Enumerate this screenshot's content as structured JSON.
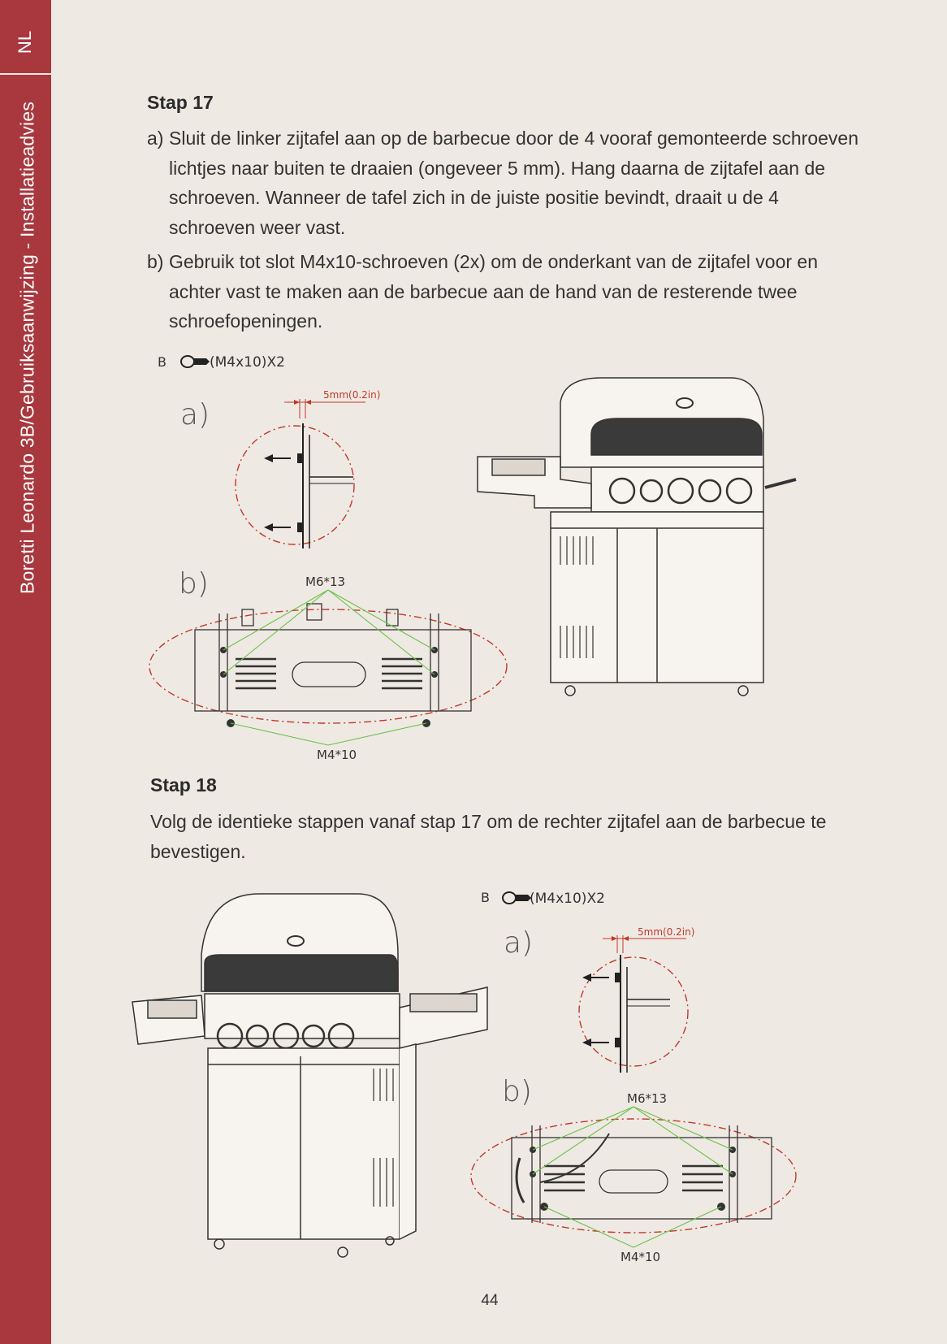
{
  "sidebar": {
    "language": "NL",
    "document_title": "Boretti Leonardo 3B/Gebruiksaanwijzing - Installatieadvies"
  },
  "step17": {
    "title": "Stap 17",
    "items": [
      {
        "label": "a)",
        "text": "Sluit de linker zijtafel aan op de barbecue door de 4 vooraf gemonteerde schroeven lichtjes naar buiten te draaien (ongeveer 5 mm). Hang daarna de zijtafel aan de schroeven. Wanneer de tafel zich in de juiste positie bevindt, draait u de 4 schroeven weer vast."
      },
      {
        "label": "b)",
        "text": "Gebruik tot slot M4x10-schroeven (2x) om de onderkant van de zijtafel voor en achter vast te maken aan de barbecue aan de hand van de resterende twee schroefopeningen."
      }
    ],
    "diagram": {
      "part_letter": "B",
      "part_spec": "(M4x10)X2",
      "label_a": "a)",
      "label_b": "b)",
      "gap_label": "5mm(0.2in)",
      "screw_top": "M6*13",
      "screw_bottom": "M4*10"
    }
  },
  "step18": {
    "title": "Stap 18",
    "text": "Volg de identieke stappen vanaf stap 17 om de rechter zijtafel aan de barbecue te bevestigen.",
    "diagram": {
      "part_letter": "B",
      "part_spec": "(M4x10)X2",
      "label_a": "a)",
      "label_b": "b)",
      "gap_label": "5mm(0.2in)",
      "screw_top": "M6*13",
      "screw_bottom": "M4*10"
    }
  },
  "page": {
    "number": "44"
  },
  "colors": {
    "brand": "#a8383e",
    "background": "#efe9e3",
    "callout_red": "#c0392b",
    "leader_green": "#6cc04a"
  }
}
